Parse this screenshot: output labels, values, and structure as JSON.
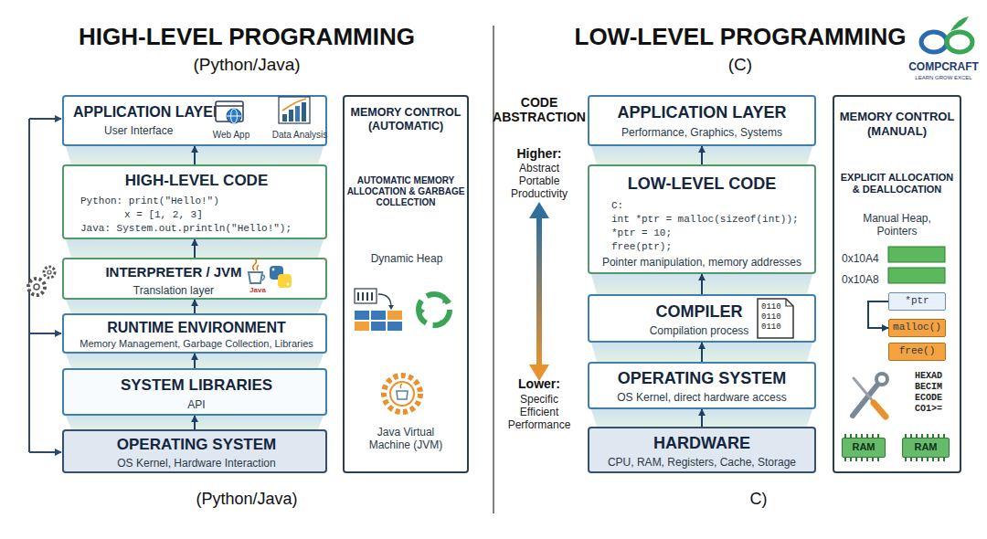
{
  "diagram": {
    "nodes": [
      {
        "text": [
          "APPLICATION LAYER",
          "User Interface",
          "Web App",
          "Data Analysis"
        ]
      },
      {
        "text": [
          "HIGH-LEVEL CODE",
          "Python: print(\"Hello!\")",
          "x = [1, 2, 3]",
          "Java: System.out.println(\"Hello!\");"
        ]
      },
      {
        "text": [
          "INTERPRETER / JVM",
          "Translation layer",
          "Java"
        ]
      },
      {
        "text": [
          "RUNTIME ENVIRONMENT",
          "Memory Management, Garbage Collection, Libraries"
        ]
      },
      {
        "text": [
          "SYSTEM LIBRARIES",
          "API"
        ]
      },
      {
        "text": [
          "OPERATING SYSTEM",
          "OS Kernel, Hardware Interaction"
        ]
      },
      {
        "text": [
          "MEMORY CONTROL (AUTOMATIC)",
          "AUTOMATIC MEMORY ALLOCATION & GARBAGE COLLECTION",
          "Dynamic Heap",
          "Java Virtual Machine (JVM)"
        ]
      },
      {
        "text": [
          "APPLICATION LAYER",
          "Performance, Graphics, Systems"
        ]
      },
      {
        "text": [
          "LOW-LEVEL CODE",
          "C:",
          "int *ptr = malloc(sizeof(int));",
          "*ptr = 10;",
          "free(ptr);",
          "Pointer manipulation, memory addresses"
        ]
      },
      {
        "text": [
          "COMPILER",
          "Compilation process",
          "0110 0110 0110"
        ]
      },
      {
        "text": [
          "OPERATING SYSTEM",
          "OS Kernel, direct hardware access"
        ]
      },
      {
        "text": [
          "HARDWARE",
          "CPU, RAM, Registers, Cache, Storage"
        ]
      },
      {
        "text": [
          "MEMORY CONTROL (MANUAL)",
          "EXPLICIT ALLOCATION & DEALLOCATION",
          "Manual Heap, Pointers",
          "0x10A4",
          "0x10A8",
          "HEXAD BECIM ECODE CO1>="
        ]
      },
      {
        "text": [
          "*ptr"
        ],
        "in": 12
      },
      {
        "text": [
          "malloc()"
        ],
        "in": 12
      },
      {
        "text": [
          "free()"
        ],
        "in": 12
      },
      {
        "text": [
          "RAM"
        ],
        "in": 12
      },
      {
        "text": [
          "RAM"
        ],
        "in": 12
      }
    ],
    "edges": [
      {
        "from": 5,
        "to": 4,
        "arrow": "to"
      },
      {
        "from": 4,
        "to": 3,
        "arrow": "to"
      },
      {
        "from": 3,
        "to": 2,
        "arrow": "to"
      },
      {
        "from": 2,
        "to": 1,
        "arrow": "to"
      },
      {
        "from": 1,
        "to": 0,
        "arrow": "to"
      },
      {
        "from": 11,
        "to": 10,
        "arrow": "to"
      },
      {
        "from": 10,
        "to": 9,
        "arrow": "to"
      },
      {
        "from": 9,
        "to": 8,
        "arrow": "to"
      },
      {
        "from": 8,
        "to": 7,
        "arrow": "to"
      },
      {
        "from": 13,
        "to": 14,
        "arrow": "to"
      }
    ],
    "labels": [
      "HIGH-LEVEL PROGRAMMING",
      "(Python/Java)",
      "LOW-LEVEL PROGRAMMING",
      "(C)",
      "CODE ABSTRACTION",
      "Higher:",
      "Abstract Portable Productivity",
      "Lower:",
      "Specific Efficient Performance",
      "(Python/Java)",
      "C)",
      "COMPCRAFT",
      "LEARN GROW EXCEL"
    ]
  }
}
